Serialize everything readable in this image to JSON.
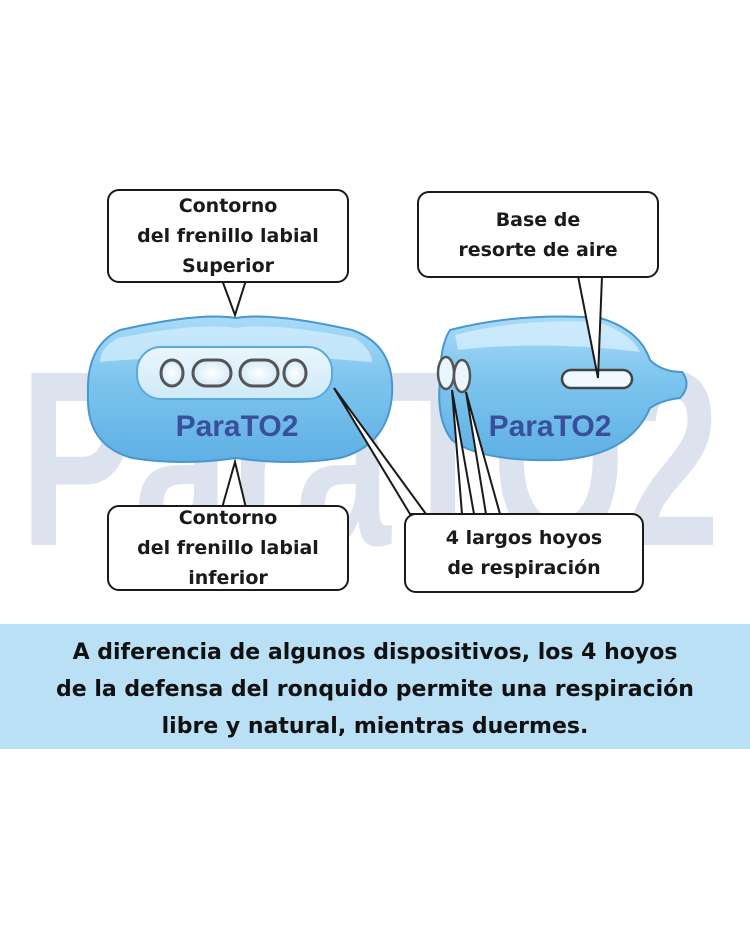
{
  "watermark": {
    "text": "ParaTO2",
    "color": "#c8d0e6"
  },
  "devices": {
    "left_logo": "ParaTO2",
    "right_logo": "ParaTO2",
    "body_color": "#7ec6ee",
    "logo_color": "#3a4f9c"
  },
  "callouts": {
    "upper_frenulum": {
      "lines": [
        "Contorno",
        "del frenillo labial",
        "Superior"
      ]
    },
    "air_spring": {
      "lines": [
        "Base de",
        "resorte de aire"
      ]
    },
    "lower_frenulum": {
      "lines": [
        "Contorno",
        "del frenillo labial",
        "inferior"
      ]
    },
    "breathing_holes": {
      "lines": [
        "4 largos hoyos",
        "de respiración"
      ]
    }
  },
  "banner": {
    "lines": [
      "A diferencia de algunos dispositivos, los 4 hoyos",
      "de la defensa del ronquido permite una respiración",
      "libre y natural, mientras duermes."
    ],
    "background": "#b9e0f5"
  }
}
